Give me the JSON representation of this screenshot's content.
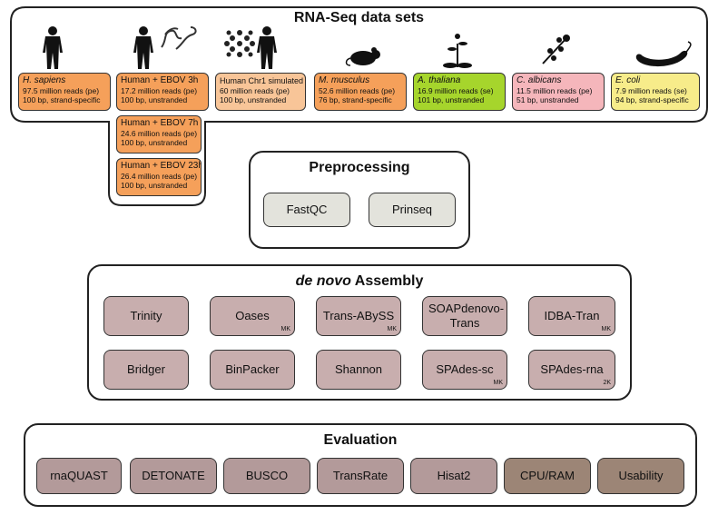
{
  "rnaseq": {
    "title": "RNA-Seq data sets",
    "datasets": [
      {
        "name": "H. sapiens",
        "reads": "97.5 million reads (pe)",
        "detail": "100 bp, strand-specific"
      },
      {
        "name": "Human + EBOV 3h",
        "reads": "17.2 million reads (pe)",
        "detail": "100 bp, unstranded"
      },
      {
        "name": "Human Chr1 simulated",
        "reads": "60 million reads (pe)",
        "detail": "100 bp, unstranded"
      },
      {
        "name": "M. musculus",
        "reads": "52.6 million reads (pe)",
        "detail": "76 bp, strand-specific"
      },
      {
        "name": "A. thaliana",
        "reads": "16.9 million reads (se)",
        "detail": "101 bp, unstranded"
      },
      {
        "name": "C. albicans",
        "reads": "11.5 million reads (pe)",
        "detail": "51 bp, unstranded"
      },
      {
        "name": "E. coli",
        "reads": "7.9 million reads (se)",
        "detail": "94 bp, strand-specific"
      },
      {
        "name": "Human + EBOV 7h",
        "reads": "24.6 million reads (pe)",
        "detail": "100 bp, unstranded"
      },
      {
        "name": "Human + EBOV 23h",
        "reads": "26.4 million reads (pe)",
        "detail": "100 bp, unstranded"
      }
    ],
    "colors": {
      "orange": "#f5a05a",
      "light_orange": "#f8c598",
      "green": "#a6d52c",
      "pink": "#f5b6bb",
      "yellow": "#f7ec8a"
    }
  },
  "preprocessing": {
    "title": "Preprocessing",
    "tools": [
      "FastQC",
      "Prinseq"
    ]
  },
  "assembly": {
    "title_italic": "de novo",
    "title_rest": " Assembly",
    "tools": [
      {
        "name": "Trinity",
        "tag": ""
      },
      {
        "name": "Oases",
        "tag": "MK"
      },
      {
        "name": "Trans-ABySS",
        "tag": "MK"
      },
      {
        "name": "SOAPdenovo-Trans",
        "tag": ""
      },
      {
        "name": "IDBA-Tran",
        "tag": "MK"
      },
      {
        "name": "Bridger",
        "tag": ""
      },
      {
        "name": "BinPacker",
        "tag": ""
      },
      {
        "name": "Shannon",
        "tag": ""
      },
      {
        "name": "SPAdes-sc",
        "tag": "MK"
      },
      {
        "name": "SPAdes-rna",
        "tag": "2K"
      }
    ]
  },
  "evaluation": {
    "title": "Evaluation",
    "tools": [
      "rnaQUAST",
      "DETONATE",
      "BUSCO",
      "TransRate",
      "Hisat2",
      "CPU/RAM",
      "Usability"
    ]
  }
}
